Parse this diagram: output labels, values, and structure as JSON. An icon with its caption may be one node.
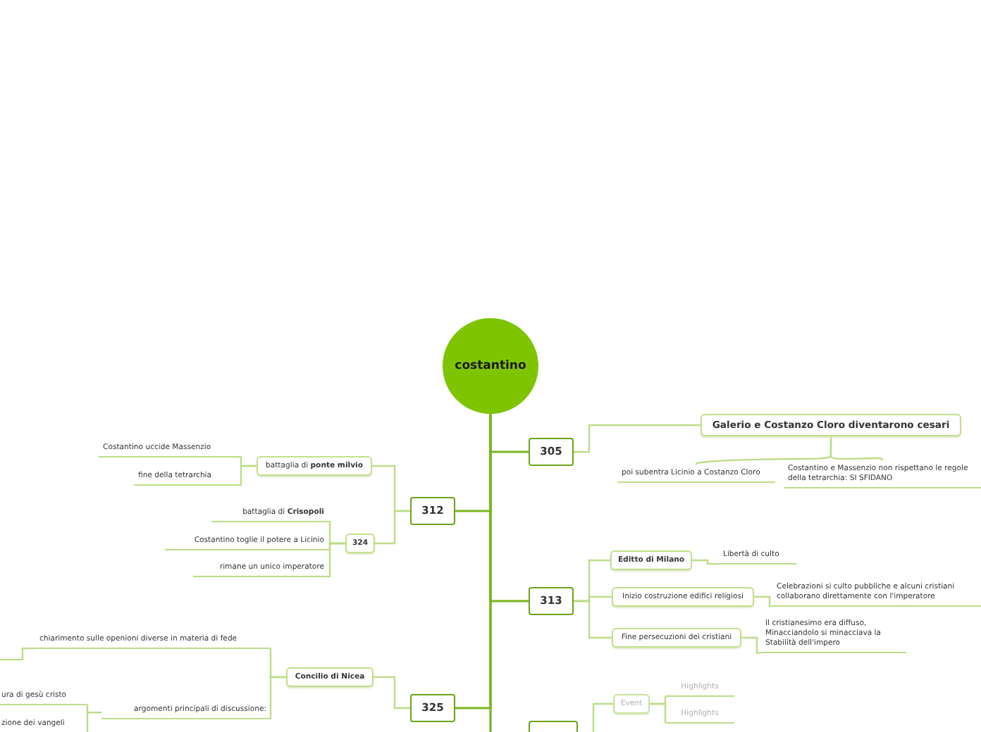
{
  "diagram": {
    "nodes": [
      {
        "text": [
          "costantino"
        ]
      },
      {
        "text": [
          "305"
        ]
      },
      {
        "text": [
          "Galerio e Costanzo Cloro diventarono cesari"
        ]
      },
      {
        "text": [
          "poi subentra Licinio a Costanzo Cloro"
        ]
      },
      {
        "text": [
          "Costantino e Massenzio non rispettano le regole della tetrarchia:  SI SFIDANO"
        ]
      },
      {
        "text": [
          "312"
        ]
      },
      {
        "text": [
          "battaglia di **ponte milvio**"
        ]
      },
      {
        "text": [
          "Costantino uccide Massenzio"
        ]
      },
      {
        "text": [
          "fine della tetrarchia"
        ]
      },
      {
        "text": [
          "324"
        ]
      },
      {
        "text": [
          "battaglia di **Crisopoli**"
        ]
      },
      {
        "text": [
          "Costantino toglie il potere a Licinio"
        ]
      },
      {
        "text": [
          "rimane un unico imperatore"
        ]
      },
      {
        "text": [
          "313"
        ]
      },
      {
        "text": [
          "Editto di Milano"
        ]
      },
      {
        "text": [
          "Libertà di culto"
        ]
      },
      {
        "text": [
          "Inizio costruzione edifici religiosi"
        ]
      },
      {
        "text": [
          "Celebrazioni si culto pubbliche e alcuni cristiani collaborano direttamente con l'imperatore"
        ]
      },
      {
        "text": [
          "Fine persecuzioni dei cristiani"
        ]
      },
      {
        "text": [
          "Il cristianesimo era diffuso, Minacciandolo si minacciava la Stabilità dell'impero"
        ]
      },
      {
        "text": [
          "325"
        ]
      },
      {
        "text": [
          "Concilio di Nicea"
        ]
      },
      {
        "text": [
          "chiarimento sulle openioni diverse in materia di fede"
        ]
      },
      {
        "text": [
          "argomenti principali di discussione:"
        ]
      },
      {
        "text": [
          "ura di gesù cristo"
        ]
      },
      {
        "text": [
          "zione dei vangeli"
        ]
      },
      {
        "text": [],
        "shape": "box"
      },
      {
        "text": [
          "Event"
        ]
      },
      {
        "text": [
          "Highlights"
        ]
      },
      {
        "text": [
          "Highlights"
        ]
      }
    ],
    "edges": [
      {
        "from": 0,
        "to": 1,
        "arrow": "none",
        "color": "#7ab51d"
      },
      {
        "from": 1,
        "to": 2,
        "arrow": "none"
      },
      {
        "from": 2,
        "to": 3,
        "arrow": "none"
      },
      {
        "from": 2,
        "to": 4,
        "arrow": "none"
      },
      {
        "from": 0,
        "to": 5,
        "arrow": "none",
        "color": "#7ab51d"
      },
      {
        "from": 5,
        "to": 6,
        "arrow": "none"
      },
      {
        "from": 6,
        "to": 7,
        "arrow": "none"
      },
      {
        "from": 6,
        "to": 8,
        "arrow": "none"
      },
      {
        "from": 5,
        "to": 9,
        "arrow": "none"
      },
      {
        "from": 9,
        "to": 10,
        "arrow": "none"
      },
      {
        "from": 9,
        "to": 11,
        "arrow": "none"
      },
      {
        "from": 9,
        "to": 12,
        "arrow": "none"
      },
      {
        "from": 0,
        "to": 13,
        "arrow": "none",
        "color": "#7ab51d"
      },
      {
        "from": 13,
        "to": 14,
        "arrow": "none"
      },
      {
        "from": 14,
        "to": 15,
        "arrow": "none"
      },
      {
        "from": 13,
        "to": 16,
        "arrow": "none"
      },
      {
        "from": 16,
        "to": 17,
        "arrow": "none"
      },
      {
        "from": 13,
        "to": 18,
        "arrow": "none"
      },
      {
        "from": 18,
        "to": 19,
        "arrow": "none"
      },
      {
        "from": 0,
        "to": 20,
        "arrow": "none",
        "color": "#7ab51d"
      },
      {
        "from": 20,
        "to": 21,
        "arrow": "none"
      },
      {
        "from": 21,
        "to": 22,
        "arrow": "none"
      },
      {
        "from": 21,
        "to": 23,
        "arrow": "none"
      },
      {
        "from": 23,
        "to": 24,
        "arrow": "none"
      },
      {
        "from": 23,
        "to": 25,
        "arrow": "none"
      },
      {
        "from": 22,
        "to": null,
        "arrow": "none"
      },
      {
        "from": 0,
        "to": 26,
        "arrow": "none",
        "color": "#7ab51d"
      },
      {
        "from": 26,
        "to": 27,
        "arrow": "none"
      },
      {
        "from": 27,
        "to": 28,
        "arrow": "none"
      },
      {
        "from": 27,
        "to": 29,
        "arrow": "none"
      }
    ]
  }
}
